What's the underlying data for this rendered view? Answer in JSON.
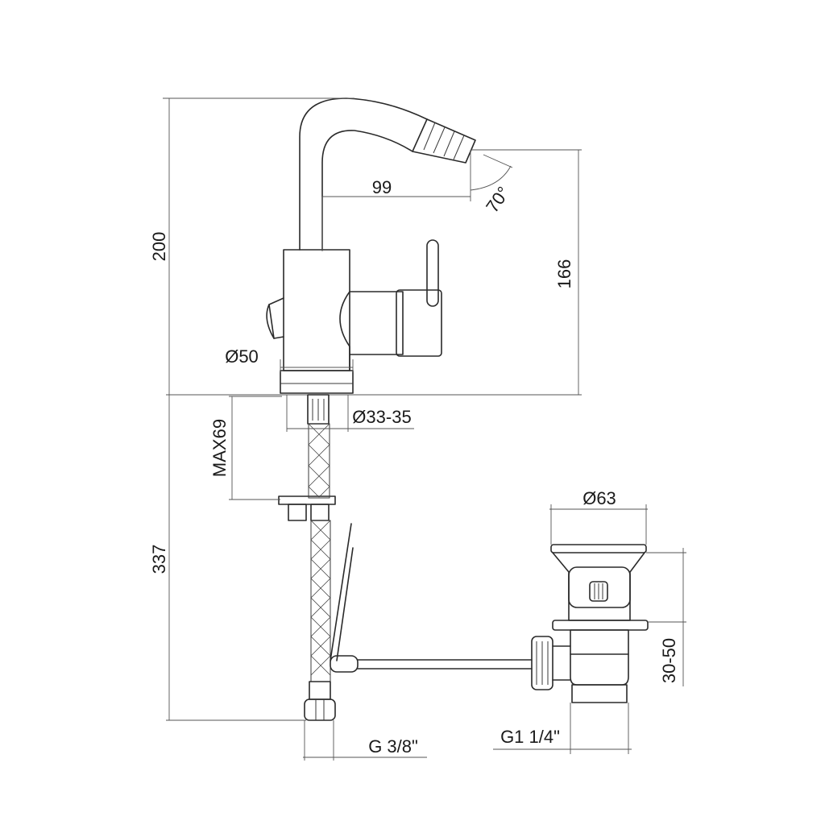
{
  "dimensions": {
    "total_height": "200",
    "spout_reach": "99",
    "spout_angle": "70°",
    "spout_height": "166",
    "body_diameter": "Ø50",
    "hole_diameter": "Ø33-35",
    "max_deck_thickness": "MAX69",
    "hose_length": "337",
    "waste_diameter": "Ø63",
    "waste_adjust": "30-50",
    "inlet_thread": "G 3/8\"",
    "waste_thread": "G1 1/4\""
  }
}
